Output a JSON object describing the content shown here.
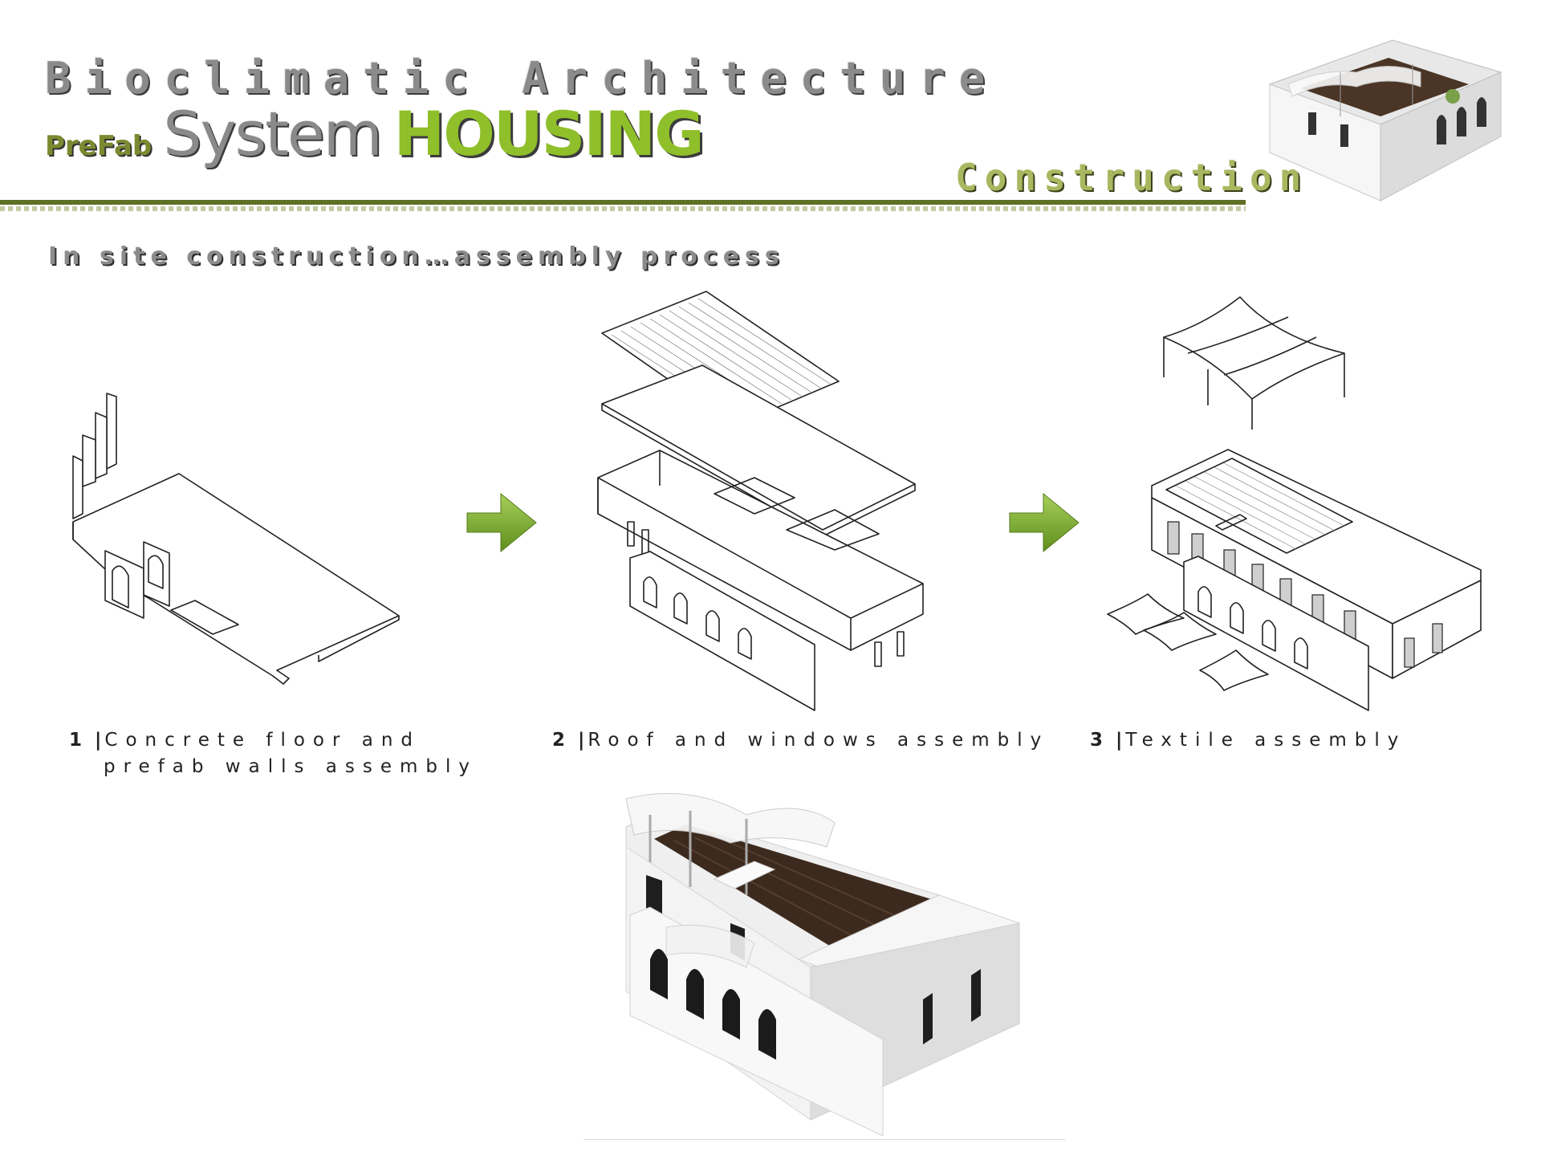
{
  "header": {
    "title_line1": "Bioclimatic Architecture",
    "title_prefab": "PreFab",
    "title_system": "System",
    "title_housing": "HOUSING",
    "section": "Construction"
  },
  "subtitle": "In site construction…assembly process",
  "steps": [
    {
      "number": "1 |",
      "line1": "Concrete floor and",
      "line2": "prefab walls assembly"
    },
    {
      "number": "2 |",
      "line1": "Roof and windows assembly"
    },
    {
      "number": "3 |",
      "line1": "Textile assembly"
    }
  ],
  "colors": {
    "accent_green": "#8fbf2a",
    "rule_olive": "#5f6f25",
    "title_grey": "#8b8b8b"
  }
}
